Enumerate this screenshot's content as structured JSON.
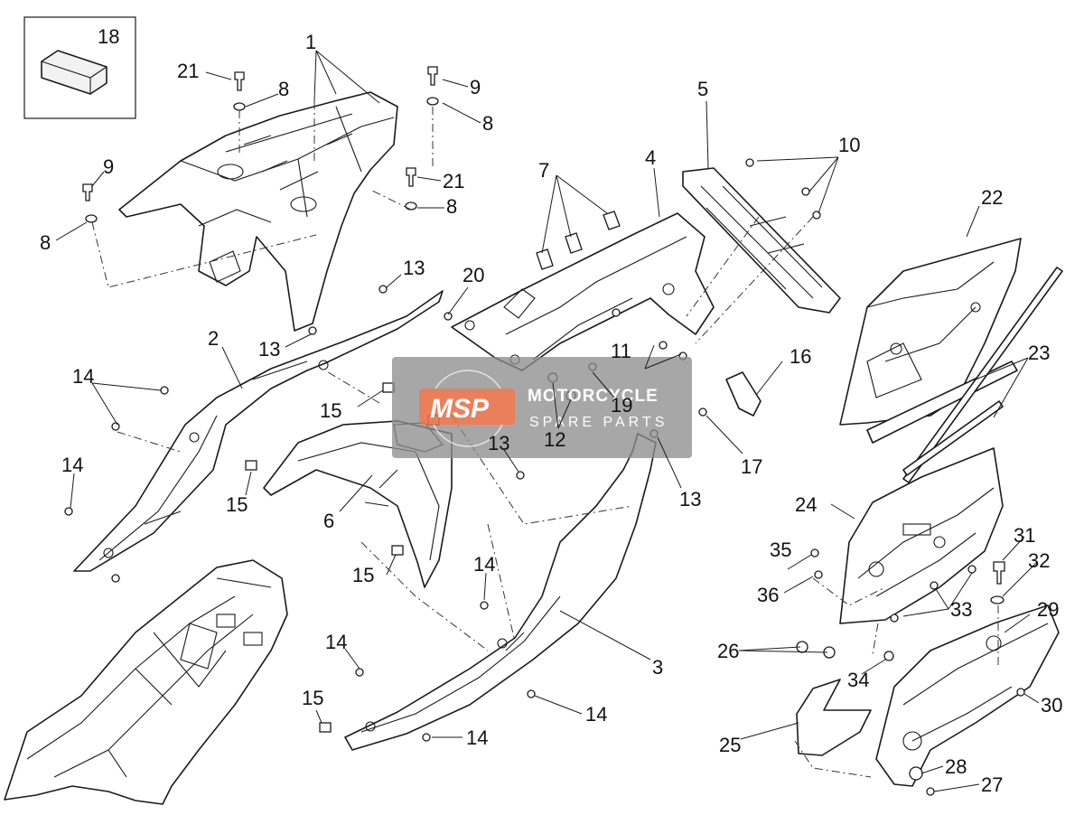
{
  "diagram": {
    "callouts": [
      "1",
      "2",
      "3",
      "4",
      "5",
      "6",
      "7",
      "8",
      "9",
      "10",
      "11",
      "12",
      "13",
      "14",
      "15",
      "16",
      "17",
      "18",
      "19",
      "20",
      "21",
      "22",
      "23",
      "24",
      "25",
      "26",
      "27",
      "28",
      "29",
      "30",
      "31",
      "32",
      "33",
      "34",
      "35",
      "36"
    ]
  },
  "watermark": {
    "logo": "MSP",
    "line1": "MOTORCYCLE",
    "line2": "SPARE PARTS"
  },
  "colors": {
    "line": "#1a1a1a",
    "watermark_bg": "#8c8c8c",
    "watermark_logo": "#e8734a"
  }
}
